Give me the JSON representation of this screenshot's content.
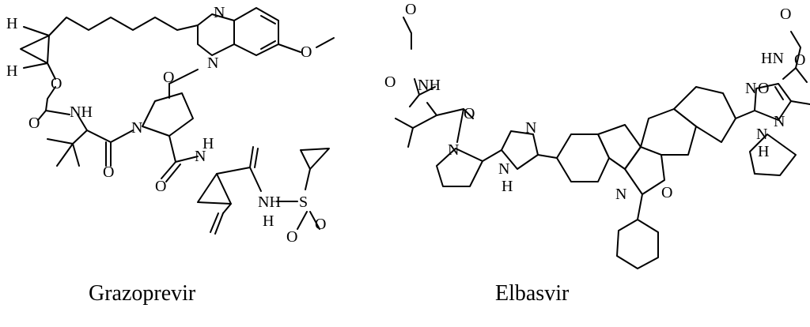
{
  "figure": {
    "left_structure": {
      "name": "Grazoprevir",
      "atom_labels": [
        "H",
        "H",
        "O",
        "O",
        "NH",
        "N",
        "O",
        "N",
        "N",
        "O",
        "O",
        "N",
        "H",
        "O",
        "NH",
        "H",
        "S",
        "O",
        "O"
      ]
    },
    "right_structure": {
      "name": "Elbasvir",
      "atom_labels": [
        "O",
        "O",
        "NH",
        "O",
        "N",
        "N",
        "N",
        "H",
        "N",
        "O",
        "N",
        "N",
        "H",
        "N",
        "O",
        "HN",
        "O",
        "O"
      ]
    }
  }
}
